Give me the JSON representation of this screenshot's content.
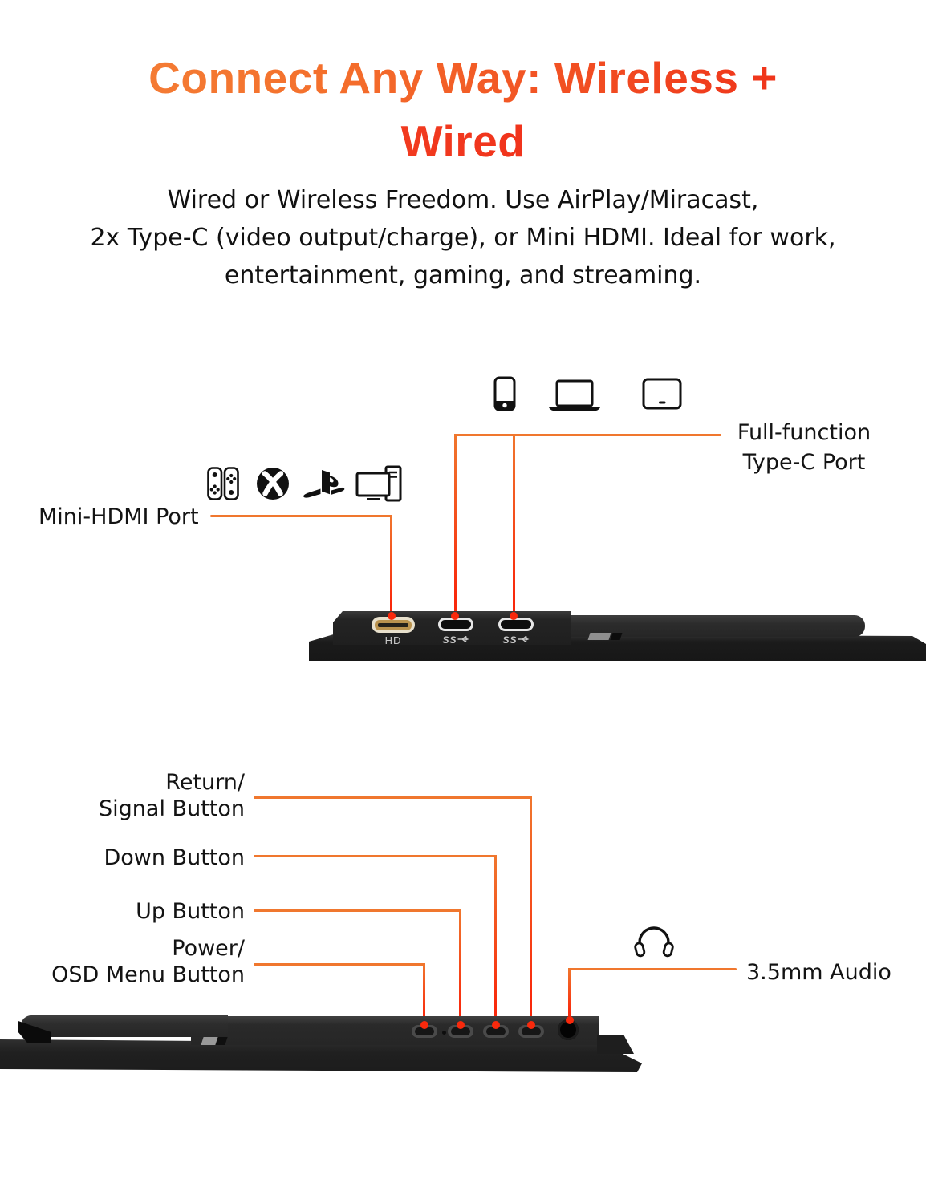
{
  "title": {
    "line1": "Connect Any Way: Wireless +",
    "line2": "Wired",
    "gradient_start": "#f5853b",
    "gradient_end": "#ee2115"
  },
  "subtitle": "Wired or Wireless Freedom. Use AirPlay/Miracast,\n2x Type-C (video output/charge), or Mini HDMI. Ideal for work,\nentertainment, gaming, and streaming.",
  "colors": {
    "leader_orange": "#f0772e",
    "leader_red": "#f9290c",
    "text_dark": "#131313",
    "slab_dark": "#1d1d1d",
    "slab_mid": "#2b2b2b",
    "port_caption_gray": "#c8c8c8"
  },
  "top_diagram": {
    "typec_label": "Full-function\nType-C Port",
    "hdmi_label": "Mini-HDMI Port",
    "hdmi_port_caption": "HD",
    "usbc_port_caption": "SS",
    "device_icons": [
      "smartphone-icon",
      "laptop-icon",
      "tablet-icon"
    ],
    "console_icons": [
      "nintendo-switch-icon",
      "xbox-icon",
      "playstation-icon",
      "desktop-pc-icon"
    ]
  },
  "bottom_diagram": {
    "return_label": "Return/\nSignal Button",
    "down_label": "Down Button",
    "up_label": "Up Button",
    "power_label": "Power/\nOSD Menu Button",
    "audio_label": "3.5mm Audio",
    "audio_icon": "headphones-icon",
    "button_names": [
      "power-osd-button",
      "up-button",
      "down-button",
      "return-signal-button"
    ],
    "port_names": [
      "3.5mm-audio-jack"
    ]
  }
}
